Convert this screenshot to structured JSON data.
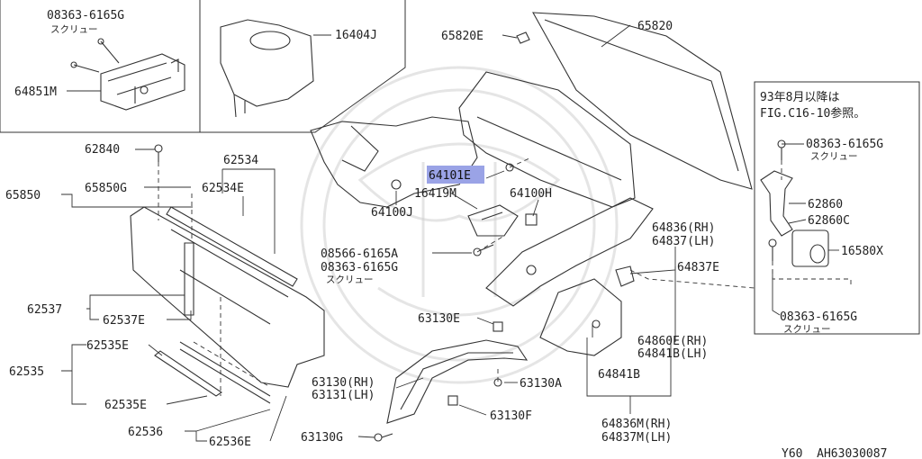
{
  "labels": {
    "p_08363_6165G_a": "08363-6165G",
    "screw_a": "スクリュー",
    "p_64851M": "64851M",
    "p_16404J": "16404J",
    "p_65820E": "65820E",
    "p_65820": "65820",
    "note_line1": "93年8月以降は",
    "note_line2": "FIG.C16-10参照。",
    "p_08363_6165G_b": "08363-6165G",
    "screw_b": "スクリュー",
    "p_62860": "62860",
    "p_62860C": "62860C",
    "p_16580X": "16580X",
    "p_08363_6165G_c": "08363-6165G",
    "screw_c": "スクリュー",
    "p_62840": "62840",
    "p_62534": "62534",
    "p_65850": "65850",
    "p_65850G": "65850G",
    "p_62534E": "62534E",
    "p_64101E": "64101E",
    "p_16419M": "16419M",
    "p_64100H": "64100H",
    "p_64100J": "64100J",
    "p_64836RH": "64836(RH)",
    "p_64837LH": "64837(LH)",
    "p_64837E": "64837E",
    "p_08566_6165A": "08566-6165A",
    "p_08363_6165G_d": "08363-6165G",
    "screw_d": "スクリュー",
    "p_62537": "62537",
    "p_62537E": "62537E",
    "p_63130E": "63130E",
    "p_64860E": "64860E(RH)",
    "p_64841B_LH": "64841B(LH)",
    "p_62535": "62535",
    "p_62535E_a": "62535E",
    "p_62535E_b": "62535E",
    "p_63130RH": "63130(RH)",
    "p_63131LH": "63131(LH)",
    "p_63130A": "63130A",
    "p_64841B": "64841B",
    "p_63130F": "63130F",
    "p_62536": "62536",
    "p_62536E": "62536E",
    "p_64836M": "64836M(RH)",
    "p_64837M": "64837M(LH)",
    "p_63130G": "63130G",
    "ref_code": "Y60  AH63030087"
  },
  "highlight_color": "#9aa3e6"
}
